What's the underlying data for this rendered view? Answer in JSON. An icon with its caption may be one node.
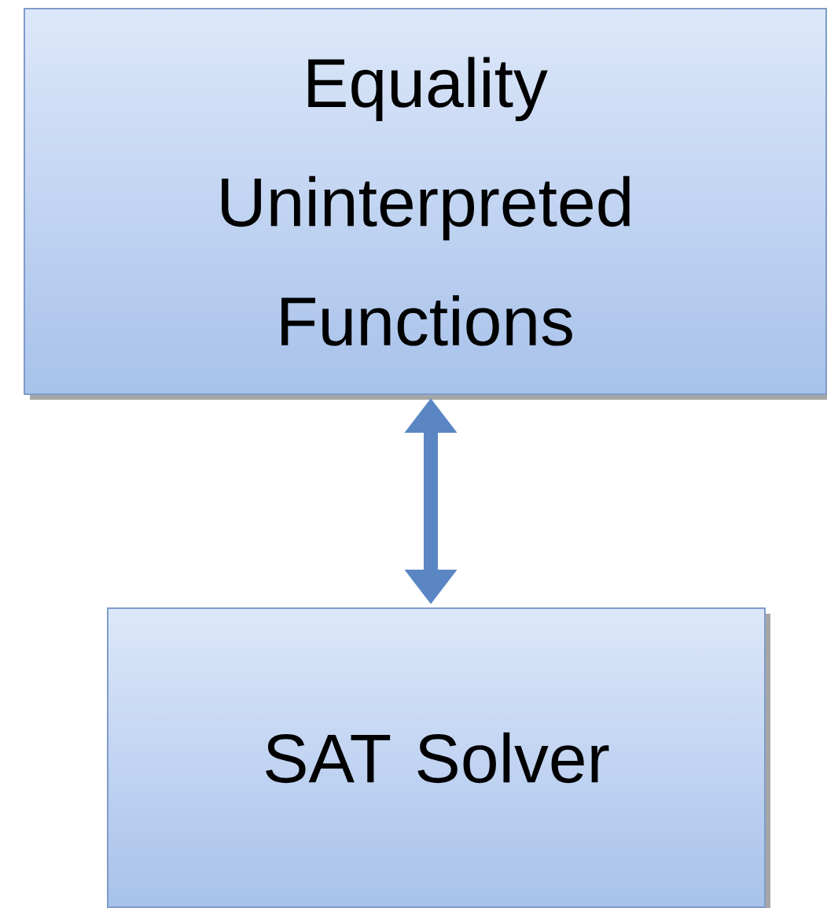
{
  "diagram": {
    "nodes": [
      {
        "text": [
          "Equality Uninterpreted Functions"
        ]
      },
      {
        "text": [
          "SAT Solver"
        ]
      }
    ],
    "edges": [
      {
        "from": 0,
        "to": 1,
        "arrow": "both"
      }
    ]
  }
}
